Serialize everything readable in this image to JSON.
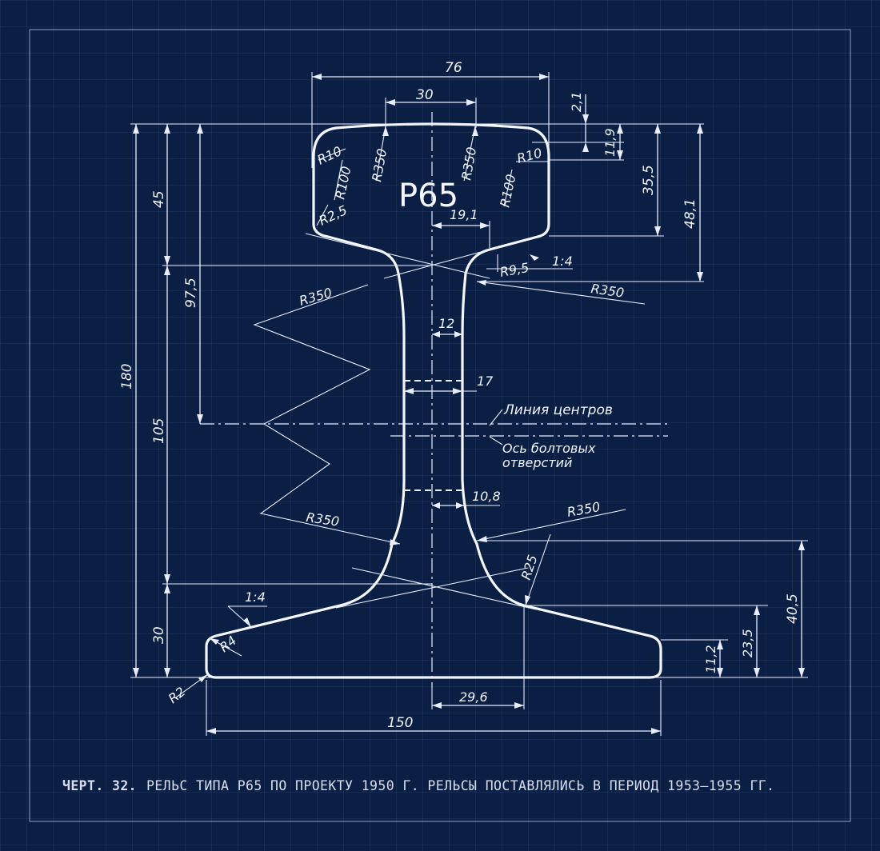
{
  "profile_label": "Р65",
  "dimensions": {
    "width_76": "76",
    "width_30": "30",
    "d_2_1": "2,1",
    "d_11_9": "11,9",
    "d_35_5": "35,5",
    "d_48_1": "48,1",
    "d_45": "45",
    "d_97_5": "97,5",
    "d_180": "180",
    "d_105": "105",
    "d_30_foot": "30",
    "d_19_1": "19,1",
    "d_12": "12",
    "d_17": "17",
    "d_10_8": "10,8",
    "d_29_6": "29,6",
    "d_150": "150",
    "d_40_5": "40,5",
    "d_23_5": "23,5",
    "d_11_2": "11,2"
  },
  "radii": {
    "r10_left": "R10",
    "r100_left": "R100",
    "r2_5": "R2,5",
    "r350_head_left": "R350",
    "r350_head_right": "R350",
    "r10_right": "R10",
    "r100_right": "R100",
    "r9_5": "R9,5",
    "r350_neck_right": "R350",
    "r350_web_left_top": "R350",
    "r350_web_left_bottom": "R350",
    "r350_web_right_bottom": "R350",
    "r25": "R25",
    "r4": "R4",
    "r2": "R2"
  },
  "slopes": {
    "head": "1:4",
    "foot": "1:4"
  },
  "annotations": {
    "center_line": "Линия центров",
    "bolt_axis_line1": "Ось болтовых",
    "bolt_axis_line2": "отверстий"
  },
  "caption": {
    "prefix": "ЧЕРТ. 32.",
    "text": "РЕЛЬС ТИПА Р65 ПО ПРОЕКТУ 1950 Г. РЕЛЬСЫ ПОСТАВЛЯЛИСЬ В ПЕРИОД 1953—1955 ГГ."
  },
  "colors": {
    "background": "#0b1f45",
    "lines": "#f4f7ff"
  }
}
